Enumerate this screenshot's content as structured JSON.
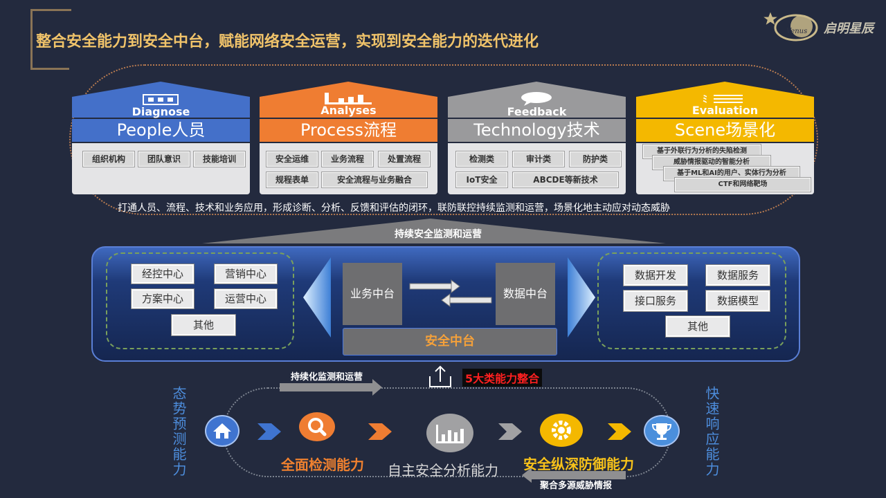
{
  "title": "整合安全能力到安全中台，赋能网络安全运营，实现到安全能力的迭代进化",
  "brand": {
    "name": "启明星辰",
    "logo_word": "Venus"
  },
  "colors": {
    "blue": "#4470c9",
    "orange": "#ef7d32",
    "gray": "#9a9a9c",
    "gold": "#f4b800"
  },
  "columns": [
    {
      "en": "Diagnose",
      "zh": "People人员",
      "icon": "org-chart-icon",
      "items": [
        "组织机构",
        "团队意识",
        "技能培训"
      ]
    },
    {
      "en": "Analyses",
      "zh": "Process流程",
      "icon": "bar-chart-icon",
      "items": [
        "安全运维",
        "业务流程",
        "处置流程",
        "规程表单",
        "安全流程与业务融合"
      ]
    },
    {
      "en": "Feedback",
      "zh": "Technology技术",
      "icon": "chat-bubble-icon",
      "items": [
        "检测类",
        "审计类",
        "防护类",
        "IoT安全",
        "ABCDE等新技术"
      ]
    },
    {
      "en": "Evaluation",
      "zh": "Scene场景化",
      "icon": "list-icon",
      "items": [
        "基于外联行为分析的失陷检测",
        "威胁情报驱动的智能分析",
        "基于ML和AI的用户、实体行为分析",
        "CTF和网络靶场"
      ]
    }
  ],
  "closed_loop_text": "打通人员、流程、技术和业务应用，形成诊断、分析、反馈和评估的闭环，联防联控持续监测和运营，场景化地主动应对动态威胁",
  "triangle_label": "持续安全监测和运营",
  "middle": {
    "left_items": [
      "经控中心",
      "营销中心",
      "方案中心",
      "运营中心",
      "其他"
    ],
    "business_platform": "业务中台",
    "data_platform": "数据中台",
    "security_platform": "安全中台",
    "right_items": [
      "数据开发",
      "数据服务",
      "接口服务",
      "数据模型",
      "其他"
    ]
  },
  "integration_label": "5大类能力整合",
  "continuous_label": "持续化监测和运营",
  "threat_intel_label": "聚合多源威胁情报",
  "left_vertical": "态势预测能力",
  "right_vertical": "快速响应能力",
  "capabilities": {
    "detection": "全面检测能力",
    "analysis": "自主安全分析能力",
    "defense": "安全纵深防御能力"
  },
  "loop_icons": [
    "home-icon",
    "search-icon",
    "bar-chart-icon",
    "gear-icon",
    "trophy-icon"
  ]
}
